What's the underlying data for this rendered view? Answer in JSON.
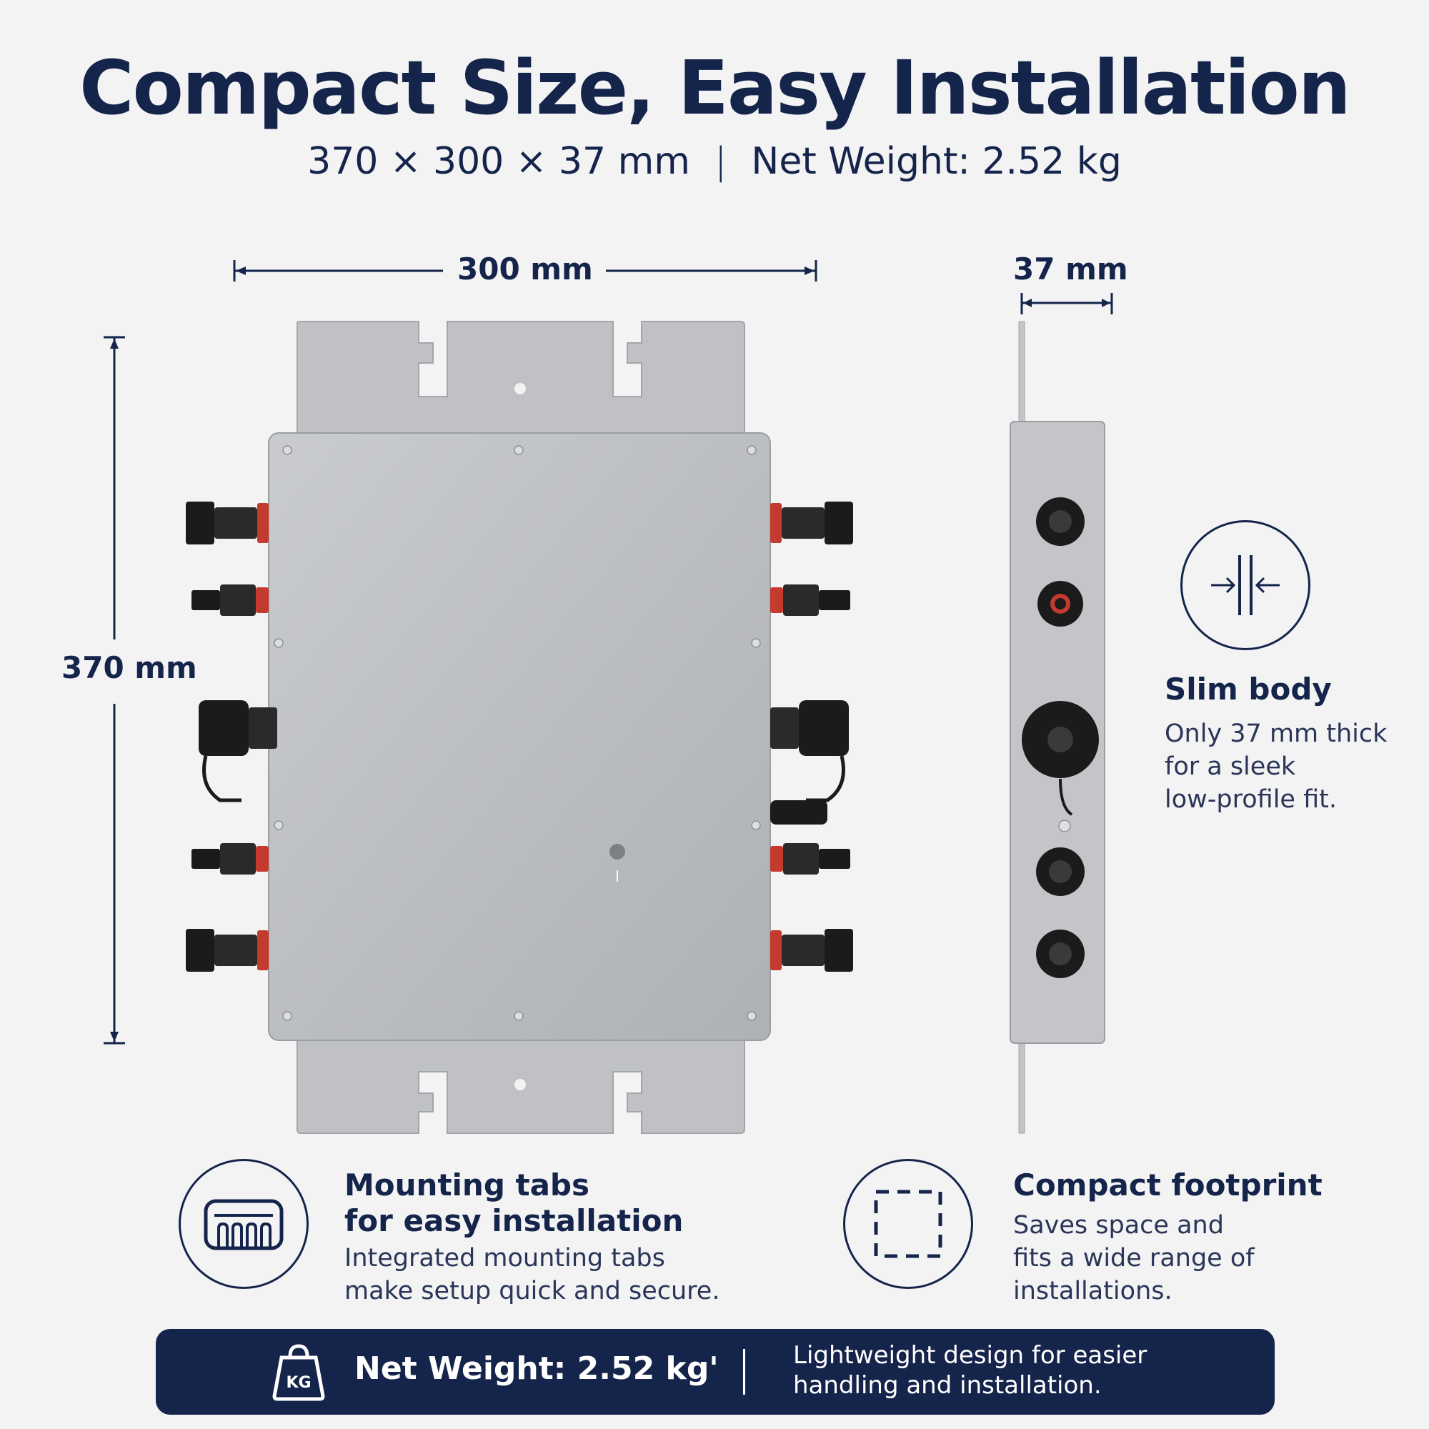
{
  "header": {
    "title": "Compact Size, Easy Installation",
    "dimensions": "370 × 300 × 37 mm",
    "separator": "|",
    "weight": "Net Weight: 2.52 kg"
  },
  "dimensions": {
    "width_label": "300 mm",
    "height_label": "370 mm",
    "depth_label": "37 mm"
  },
  "features": {
    "slim": {
      "icon": "slim-body-icon",
      "heading": "Slim body",
      "lines": [
        "Only 37 mm thick",
        "for a sleek",
        "low-profile fit."
      ]
    },
    "mounting": {
      "icon": "mounting-tabs-icon",
      "heading_lines": [
        "Mounting tabs",
        "for easy installation"
      ],
      "lines": [
        "Integrated mounting tabs",
        "make setup quick and secure."
      ]
    },
    "footprint": {
      "icon": "compact-footprint-icon",
      "heading": "Compact footprint",
      "lines": [
        "Saves space and",
        "fits a wide range of",
        "installations."
      ]
    }
  },
  "bottom_bar": {
    "icon": "weight-kg-icon",
    "icon_text": "KG",
    "weight": "Net Weight: 2.52 kg'",
    "desc_lines": [
      "Lightweight design for easier",
      "handling and installation."
    ]
  },
  "colors": {
    "navy": "#15244b",
    "background": "#f3f3f4",
    "metal": "#b9bcc0",
    "connector": "#1a1a1a",
    "seal_red": "#c43a2e"
  }
}
